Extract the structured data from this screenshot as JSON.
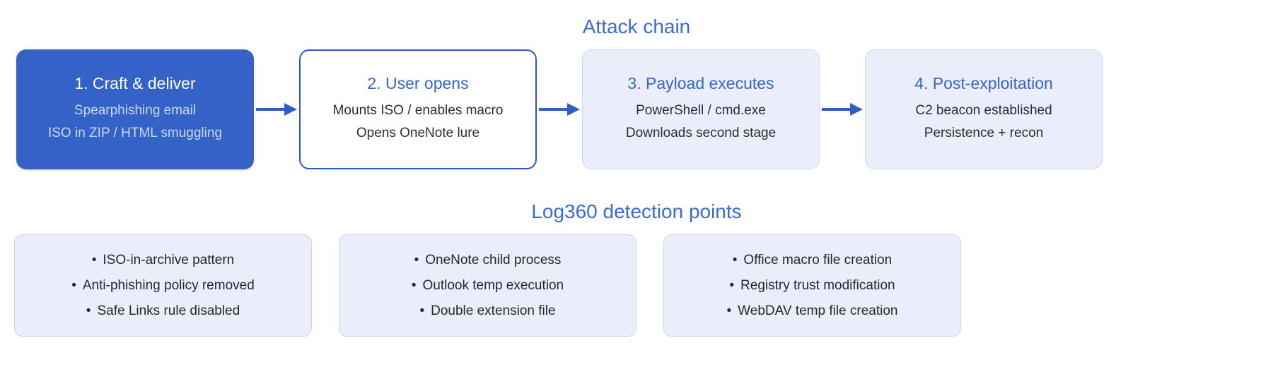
{
  "attack_chain": {
    "title": "Attack chain",
    "stages": [
      {
        "title": "1. Craft & deliver",
        "lines": [
          "Spearphishing email",
          "ISO in ZIP / HTML smuggling"
        ]
      },
      {
        "title": "2. User opens",
        "lines": [
          "Mounts ISO / enables macro",
          "Opens OneNote lure"
        ]
      },
      {
        "title": "3. Payload executes",
        "lines": [
          "PowerShell / cmd.exe",
          "Downloads second stage"
        ]
      },
      {
        "title": "4. Post-exploitation",
        "lines": [
          "C2 beacon established",
          "Persistence + recon"
        ]
      }
    ]
  },
  "detection": {
    "title": "Log360 detection points",
    "bullet": "•",
    "groups": [
      {
        "items": [
          "ISO-in-archive pattern",
          "Anti-phishing policy removed",
          "Safe Links rule disabled"
        ]
      },
      {
        "items": [
          "OneNote child process",
          "Outlook temp execution",
          "Double extension file"
        ]
      },
      {
        "items": [
          "Office macro file creation",
          "Registry trust modification",
          "WebDAV temp file creation"
        ]
      }
    ]
  },
  "colors": {
    "heading_blue": "#3a6bd4",
    "stage_primary_fill": "#3562c6",
    "stage_primary_subtext": "#c6d8f4",
    "stage_outline_border": "#2b5cc2",
    "soft_box_fill": "#e9eefa",
    "soft_box_border": "#ccd6ec",
    "arrow_blue": "#2f5fc6",
    "body_text": "#2b2b33"
  }
}
